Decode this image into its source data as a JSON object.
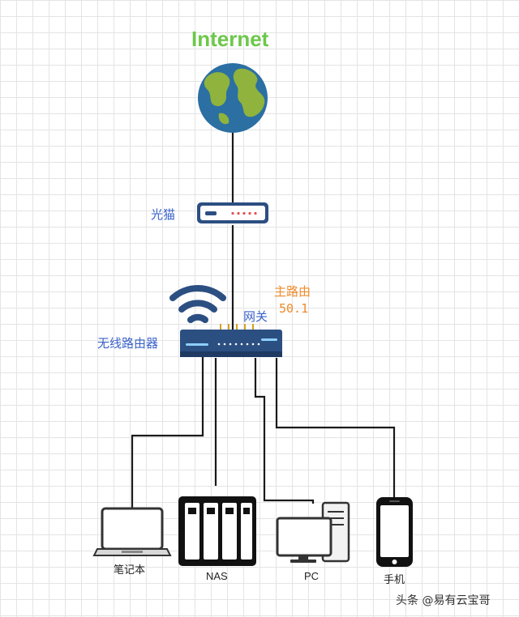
{
  "title": "Internet",
  "labels": {
    "modem": "光猫",
    "main_router": "主路由",
    "router_ip": "50.1",
    "gateway": "网关",
    "wireless_router": "无线路由器"
  },
  "devices": [
    {
      "id": "laptop",
      "label": "笔记本",
      "icon": "laptop-icon"
    },
    {
      "id": "nas",
      "label": "NAS",
      "icon": "nas-icon"
    },
    {
      "id": "pc",
      "label": "PC",
      "icon": "desktop-pc-icon"
    },
    {
      "id": "phone",
      "label": "手机",
      "icon": "phone-icon"
    }
  ],
  "watermark": "头条 @易有云宝哥",
  "colors": {
    "title": "#6cc84a",
    "blue_label": "#3a62c9",
    "orange_label": "#ee8a2a",
    "router_body": "#2c4f82",
    "globe_ocean": "#2b6fa3",
    "globe_land": "#8fb33c",
    "line": "#1a1a1a"
  }
}
